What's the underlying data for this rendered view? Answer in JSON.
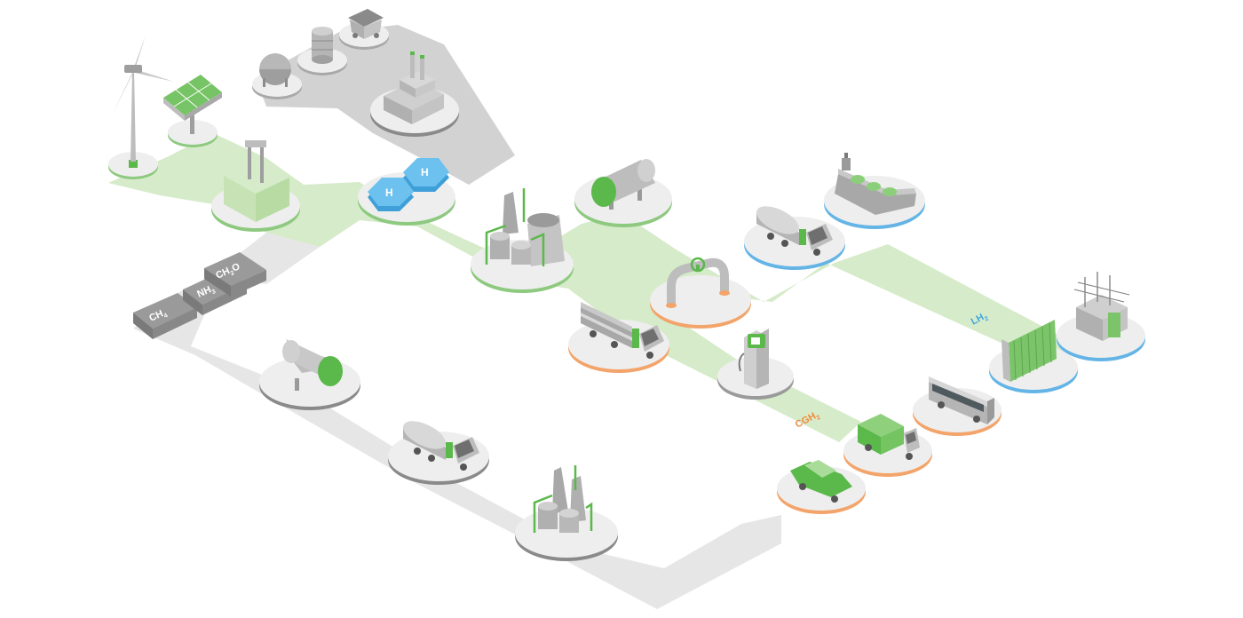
{
  "colors": {
    "green_path": "#d6ebc9",
    "gray_path": "#e6e6e6",
    "gray_path_dark": "#d2d2d2",
    "accent_green": "#5bb84a",
    "blue": "#64b4e6",
    "orange": "#f3a46a",
    "dark_gray": "#8c8c8c",
    "hydrogen_blue": "#57b4ea"
  },
  "labels": {
    "ch4_main": "CH",
    "ch4_sub": "4",
    "nh3_main": "NH",
    "nh3_sub": "3",
    "ch2o_main": "CH",
    "ch2o_sub": "2",
    "ch2o_tail": "O",
    "h_left": "H",
    "h_right": "H",
    "lh2_main": "LH",
    "lh2_sub": "2",
    "cgh2_main": "CGH",
    "cgh2_sub": "2"
  },
  "nodes": [
    {
      "id": "wind-turbine",
      "icon": "wind-turbine-icon",
      "ring": "green"
    },
    {
      "id": "solar-panel",
      "icon": "solar-panel-icon",
      "ring": "green"
    },
    {
      "id": "electrolyzer",
      "icon": "electrolyzer-icon",
      "ring": "green"
    },
    {
      "id": "gas-sphere",
      "icon": "gas-sphere-icon",
      "ring": "gray"
    },
    {
      "id": "oil-barrel",
      "icon": "barrel-icon",
      "ring": "gray"
    },
    {
      "id": "coal-cart",
      "icon": "coal-cart-icon",
      "ring": "gray"
    },
    {
      "id": "power-plant",
      "icon": "power-plant-icon",
      "ring": "gray"
    },
    {
      "id": "hydrogen",
      "icon": "hydrogen-molecule-icon",
      "ring": "green"
    },
    {
      "id": "chemical-plant",
      "icon": "chemical-plant-icon",
      "ring": "green"
    },
    {
      "id": "storage-tank",
      "icon": "storage-tank-icon",
      "ring": "green"
    },
    {
      "id": "lh2-ship",
      "icon": "tanker-ship-icon",
      "ring": "blue"
    },
    {
      "id": "lh2-truck",
      "icon": "tanker-truck-icon",
      "ring": "blue"
    },
    {
      "id": "pipeline",
      "icon": "pipeline-valve-icon",
      "ring": "orange"
    },
    {
      "id": "tube-trailer",
      "icon": "tube-trailer-icon",
      "ring": "orange"
    },
    {
      "id": "fuel-dispenser",
      "icon": "fuel-dispenser-icon",
      "ring": "gray"
    },
    {
      "id": "cooling-fins",
      "icon": "heat-exchanger-icon",
      "ring": "blue"
    },
    {
      "id": "substation",
      "icon": "substation-icon",
      "ring": "blue"
    },
    {
      "id": "bus",
      "icon": "bus-icon",
      "ring": "orange"
    },
    {
      "id": "truck",
      "icon": "truck-icon",
      "ring": "orange"
    },
    {
      "id": "car",
      "icon": "car-icon",
      "ring": "orange"
    },
    {
      "id": "carrier-tank",
      "icon": "storage-tank-icon",
      "ring": "gray"
    },
    {
      "id": "carrier-truck",
      "icon": "tanker-truck-icon",
      "ring": "gray"
    },
    {
      "id": "refinery",
      "icon": "refinery-icon",
      "ring": "gray"
    }
  ]
}
